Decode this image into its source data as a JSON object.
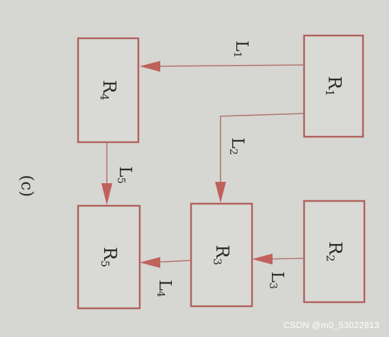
{
  "diagram": {
    "caption": "(c)",
    "boxes": {
      "r1": "R",
      "r2": "R",
      "r3": "R",
      "r4": "R",
      "r5": "R"
    },
    "box_subscripts": {
      "r1": "1",
      "r2": "2",
      "r3": "3",
      "r4": "4",
      "r5": "5"
    },
    "lines": {
      "l1": "L",
      "l2": "L",
      "l3": "L",
      "l4": "L",
      "l5": "L"
    },
    "line_subscripts": {
      "l1": "1",
      "l2": "2",
      "l3": "3",
      "l4": "4",
      "l5": "5"
    },
    "colors": {
      "box_border": "#b0605a",
      "line": "#b37570",
      "arrow": "#c0625c",
      "text": "#2a2a2a",
      "background": "#d6d6d2"
    }
  },
  "watermark": "CSDN @m0_53022813"
}
